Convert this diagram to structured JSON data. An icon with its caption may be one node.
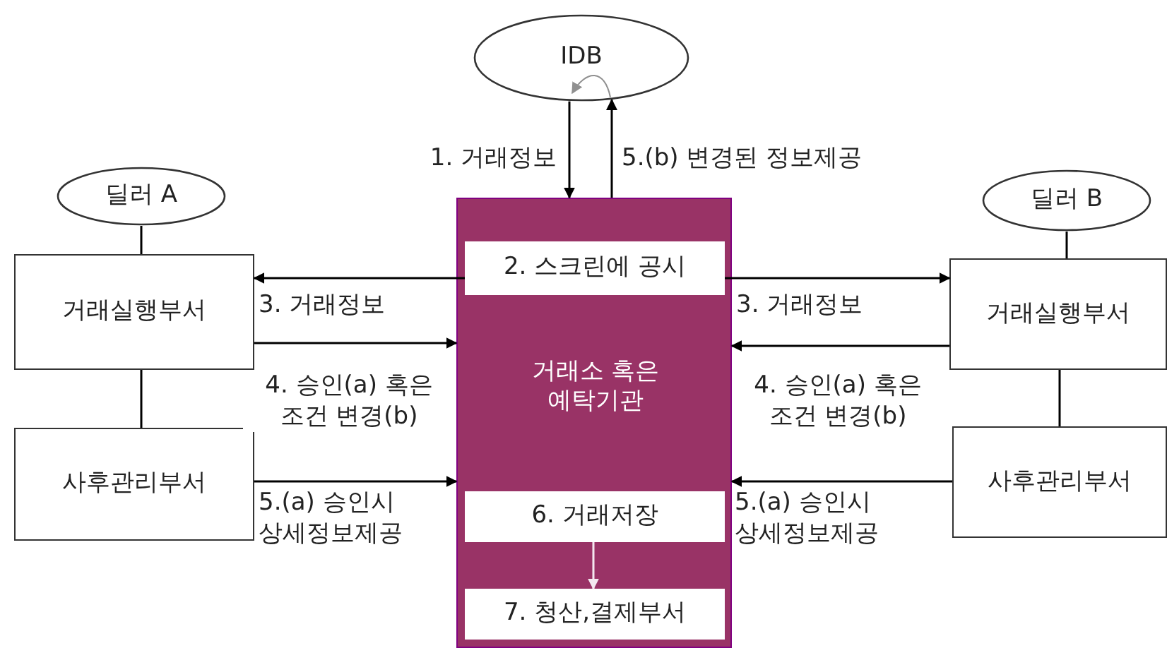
{
  "diagram": {
    "nodes": [
      {
        "text": [
          "IDB"
        ]
      },
      {
        "text": [
          "딜러 A"
        ]
      },
      {
        "text": [
          "딜러 B"
        ]
      },
      {
        "text": [
          "거래실행부서"
        ]
      },
      {
        "text": [
          "사후관리부서"
        ]
      },
      {
        "text": [
          "거래소 혹은 예탁기관"
        ]
      },
      {
        "text": [
          "2. 스크린에 공시"
        ],
        "in": 5
      },
      {
        "text": [
          "6. 거래저장"
        ],
        "in": 5
      },
      {
        "text": [
          "7. 청산,결제부서"
        ],
        "in": 5
      },
      {
        "text": [
          "거래실행부서"
        ]
      },
      {
        "text": [
          "사후관리부서"
        ]
      }
    ],
    "edges": [
      {
        "from": 0,
        "to": 5,
        "arrow": "to",
        "label": "1. 거래정보"
      },
      {
        "from": 5,
        "to": 0,
        "arrow": "to",
        "label": "5.(b) 변경된 정보제공"
      },
      {
        "from": 0,
        "to": 0,
        "arrow": "to",
        "color": "#909090"
      },
      {
        "from": 1,
        "to": 3,
        "arrow": "none"
      },
      {
        "from": 3,
        "to": 4,
        "arrow": "none"
      },
      {
        "from": 2,
        "to": 9,
        "arrow": "none"
      },
      {
        "from": 9,
        "to": 10,
        "arrow": "none"
      },
      {
        "from": 6,
        "to": 3,
        "arrow": "to",
        "label": "3. 거래정보"
      },
      {
        "from": 3,
        "to": 5,
        "arrow": "to",
        "label": "4. 승인(a) 혹은 조건 변경(b)"
      },
      {
        "from": 4,
        "to": 5,
        "arrow": "to",
        "label": "5.(a) 승인시 상세정보제공"
      },
      {
        "from": 6,
        "to": 9,
        "arrow": "to",
        "label": "3. 거래정보"
      },
      {
        "from": 9,
        "to": 5,
        "arrow": "to",
        "label": "4. 승인(a) 혹은 조건 변경(b)"
      },
      {
        "from": 10,
        "to": 5,
        "arrow": "to",
        "label": "5.(a) 승인시 상세정보제공"
      },
      {
        "from": 7,
        "to": 8,
        "arrow": "to",
        "color": "#f4e8f0"
      }
    ]
  }
}
